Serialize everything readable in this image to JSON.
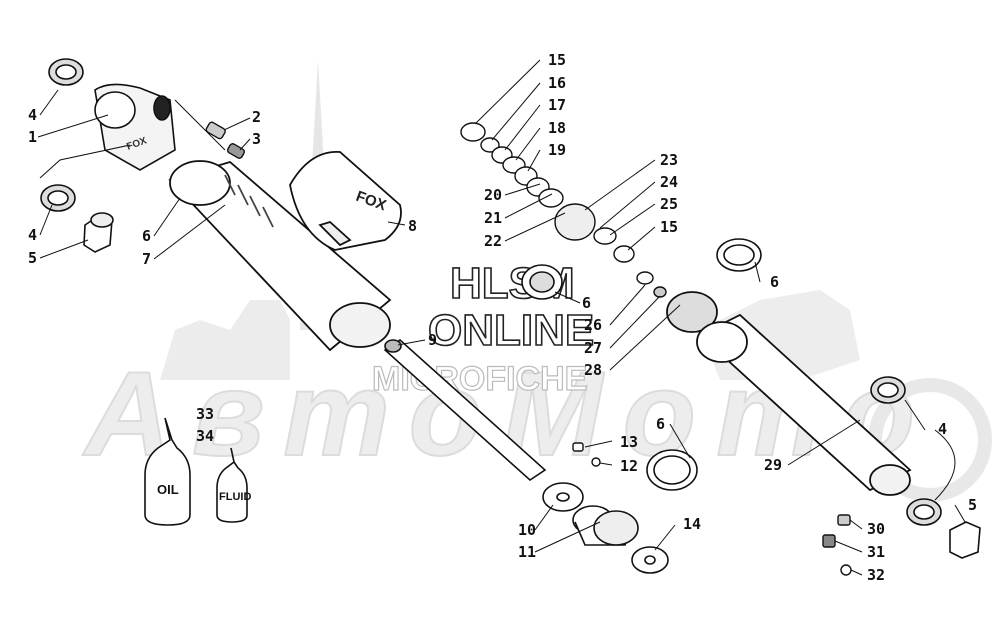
{
  "watermark": {
    "line1": "HLSM",
    "line2": "ONLINE",
    "line3": "MICROFICHE",
    "brand": "АвтоМото"
  },
  "bottles": {
    "oil": "OIL",
    "fluid": "FLUID"
  },
  "callouts": [
    {
      "id": "c4a",
      "text": "4"
    },
    {
      "id": "c1",
      "text": "1"
    },
    {
      "id": "c2",
      "text": "2"
    },
    {
      "id": "c3",
      "text": "3"
    },
    {
      "id": "c4b",
      "text": "4"
    },
    {
      "id": "c5a",
      "text": "5"
    },
    {
      "id": "c6a",
      "text": "6"
    },
    {
      "id": "c7",
      "text": "7"
    },
    {
      "id": "c8",
      "text": "8"
    },
    {
      "id": "c9",
      "text": "9"
    },
    {
      "id": "c15a",
      "text": "15"
    },
    {
      "id": "c16",
      "text": "16"
    },
    {
      "id": "c17",
      "text": "17"
    },
    {
      "id": "c18",
      "text": "18"
    },
    {
      "id": "c19",
      "text": "19"
    },
    {
      "id": "c20",
      "text": "20"
    },
    {
      "id": "c21",
      "text": "21"
    },
    {
      "id": "c22",
      "text": "22"
    },
    {
      "id": "c23",
      "text": "23"
    },
    {
      "id": "c24",
      "text": "24"
    },
    {
      "id": "c25",
      "text": "25"
    },
    {
      "id": "c15b",
      "text": "15"
    },
    {
      "id": "c6b",
      "text": "6"
    },
    {
      "id": "c26",
      "text": "26"
    },
    {
      "id": "c27",
      "text": "27"
    },
    {
      "id": "c28",
      "text": "28"
    },
    {
      "id": "c6c",
      "text": "6"
    },
    {
      "id": "c33",
      "text": "33"
    },
    {
      "id": "c34",
      "text": "34"
    },
    {
      "id": "c6d",
      "text": "6"
    },
    {
      "id": "c13",
      "text": "13"
    },
    {
      "id": "c12",
      "text": "12"
    },
    {
      "id": "c10",
      "text": "10"
    },
    {
      "id": "c11",
      "text": "11"
    },
    {
      "id": "c14",
      "text": "14"
    },
    {
      "id": "c29",
      "text": "29"
    },
    {
      "id": "c4c",
      "text": "4"
    },
    {
      "id": "c5b",
      "text": "5"
    },
    {
      "id": "c30",
      "text": "30"
    },
    {
      "id": "c31",
      "text": "31"
    },
    {
      "id": "c32",
      "text": "32"
    }
  ]
}
